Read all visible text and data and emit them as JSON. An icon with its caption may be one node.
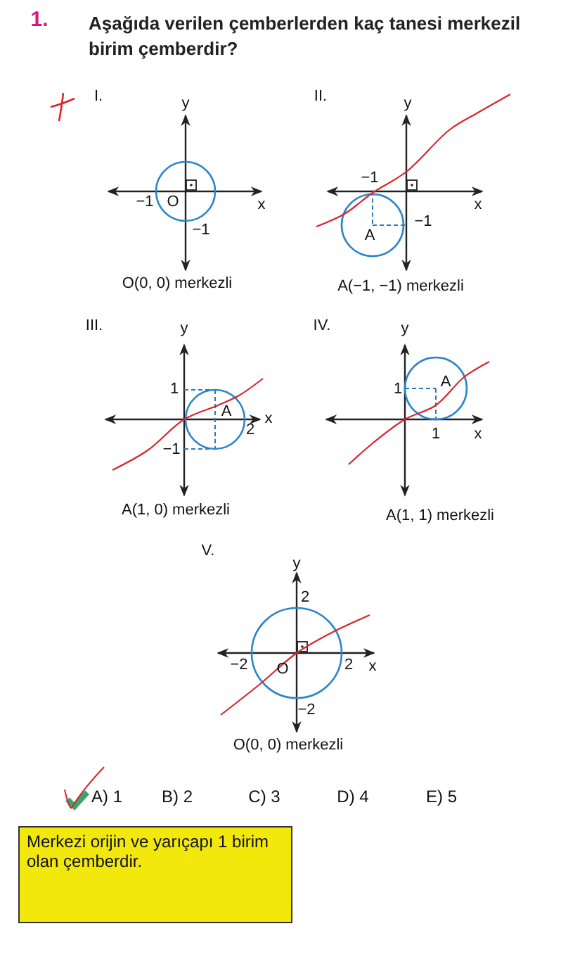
{
  "diagram": {
    "title": "Aşağıda verilen çemberlerden kaç tanesi merkezil birim çemberdir?",
    "nodes": [
      {
        "text": [
          "Merkezi orijin ve yarıçapı 1 birim olan çemberdir."
        ]
      }
    ],
    "labels": [
      "1.",
      "I.",
      "y",
      "x",
      "−1",
      "O",
      "−1",
      "O(0, 0) merkezli",
      "II.",
      "y",
      "x",
      "−1",
      "−1",
      "A",
      "A(−1, −1) merkezli",
      "III.",
      "y",
      "1",
      "A",
      "x",
      "2",
      "−1",
      "A(1, 0) merkezli",
      "IV.",
      "y",
      "1",
      "A",
      "1",
      "x",
      "A(1, 1) merkezli",
      "V.",
      "y",
      "2",
      "−2",
      "O",
      "2",
      "x",
      "−2",
      "O(0, 0) merkezli",
      "A) 1",
      "B) 2",
      "C) 3",
      "D) 4",
      "E) 5"
    ]
  }
}
